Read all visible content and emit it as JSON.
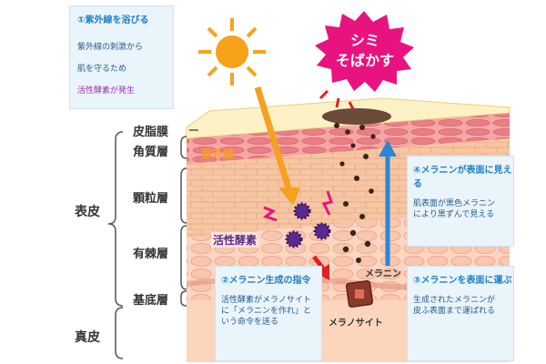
{
  "box1": {
    "title": "①紫外線を浴びる",
    "line1": "紫外線の刺激から",
    "line2": "肌を守るため",
    "line3": "活性酵素が発生"
  },
  "burst": {
    "line1": "シミ",
    "line2": "そばかす"
  },
  "layers": {
    "hishimaku": "皮脂膜",
    "kakushitsu": "角質層",
    "karyu": "顆粒層",
    "yukyoku": "有棘層",
    "kitei": "基底層"
  },
  "groups": {
    "hyohi": "表皮",
    "shinpi": "真皮"
  },
  "labels": {
    "uv": "紫外線",
    "ros": "活性酵素",
    "melanin": "メラニン",
    "melanocyte": "メラノサイト"
  },
  "box2": {
    "title": "②メラニン生成の指令",
    "text": "活性酵素がメラノサイト\nに「メラニンを作れ」と\nいう命令を送る"
  },
  "box3": {
    "title": "③メラニンを表面に運ぶ",
    "text": "生成されたメラニンが\n皮ふ表面まで運ばれる"
  },
  "box4": {
    "title": "④メラニンが表面に見える",
    "text": "肌表面が黒色メラニン\nにより黒ずんで見える"
  },
  "colors": {
    "pink": "#e9137f",
    "blue": "#2b86d6",
    "orange": "#f5a020",
    "sun": "#f7a21b",
    "red": "#e0201e",
    "purple": "#5b2a8c"
  }
}
